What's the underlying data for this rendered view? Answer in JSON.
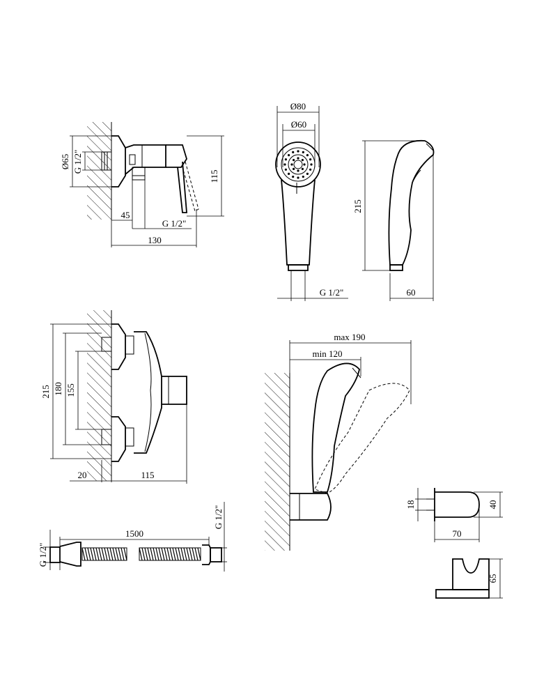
{
  "dimensions": {
    "mixer_side": {
      "d65": "Ø65",
      "thread_left": "G 1/2\"",
      "height_115": "115",
      "w45": "45",
      "thread_bottom": "G 1/2\"",
      "w130": "130"
    },
    "hand_shower_front": {
      "d80": "Ø80",
      "d60": "Ø60",
      "thread": "G 1/2\""
    },
    "hand_shower_side": {
      "h215": "215",
      "w60": "60"
    },
    "mixer_front": {
      "h215": "215",
      "h180": "180",
      "h155": "155",
      "w20": "20",
      "w115": "115"
    },
    "holder_range": {
      "max": "max 190",
      "min": "min 120"
    },
    "hose": {
      "thread_left": "G 1/2\"",
      "length": "1500",
      "thread_right": "G 1/2\""
    },
    "wall_holder": {
      "d18": "18",
      "d40": "40",
      "d70": "70",
      "d65": "65"
    }
  },
  "colors": {
    "line": "#000000",
    "background": "#ffffff"
  }
}
